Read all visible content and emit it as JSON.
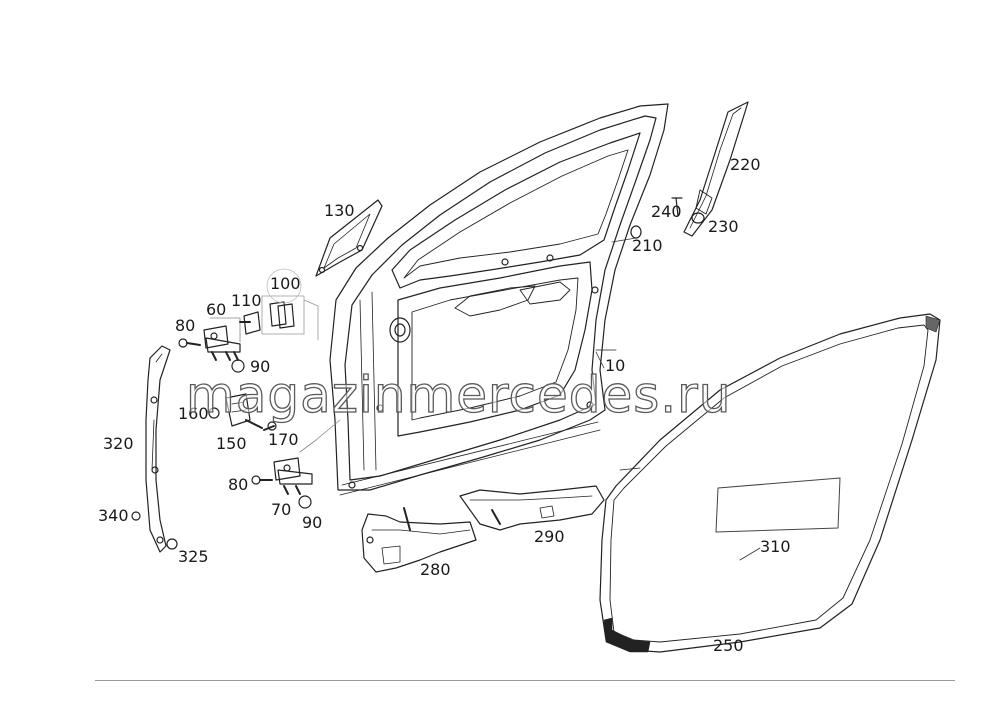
{
  "diagram": {
    "watermark": "magazinmercedes.ru",
    "callouts": [
      "10",
      "60",
      "70",
      "80",
      "80",
      "90",
      "90",
      "100",
      "110",
      "130",
      "150",
      "160",
      "170",
      "210",
      "220",
      "230",
      "240",
      "250",
      "280",
      "290",
      "310",
      "320",
      "325",
      "340"
    ]
  }
}
